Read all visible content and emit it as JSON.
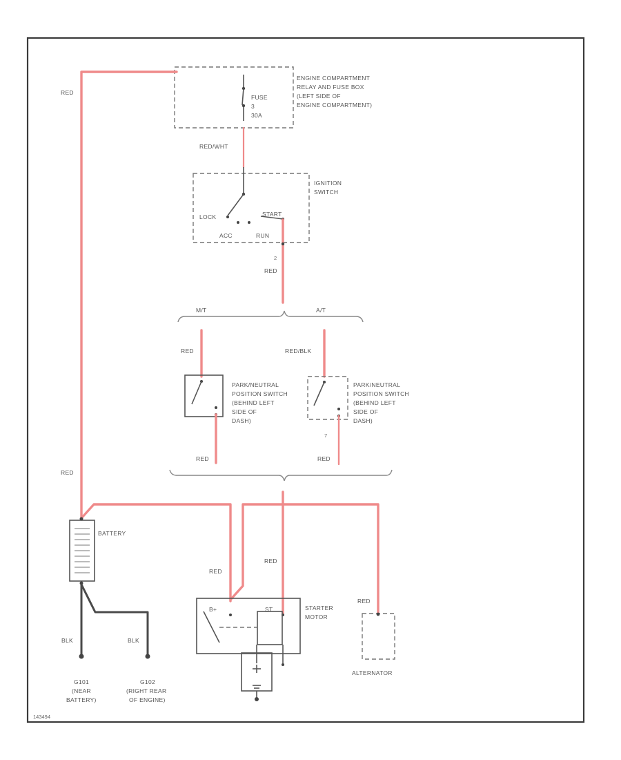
{
  "wire_colors": {
    "red": "#ef8a8a",
    "black": "#4a4a4a"
  },
  "labels": {
    "red_top_left": "RED",
    "red_mid_left": "RED",
    "fuse_box": [
      "ENGINE COMPARTMENT",
      "RELAY AND FUSE BOX",
      "(LEFT SIDE OF",
      "ENGINE COMPARTMENT)"
    ],
    "fuse": [
      "FUSE",
      "3",
      "30A"
    ],
    "red_wht": "RED/WHT",
    "ignition_switch": [
      "IGNITION",
      "SWITCH"
    ],
    "lock": "LOCK",
    "start": "START",
    "acc": "ACC",
    "run": "RUN",
    "pin_2": "2",
    "red_after_ign": "RED",
    "mt": "M/T",
    "at": "A/T",
    "red_mt": "RED",
    "red_blk_at": "RED/BLK",
    "pn_switch_mt": [
      "PARK/NEUTRAL",
      "POSITION SWITCH",
      "(BEHIND LEFT",
      "SIDE OF",
      "DASH)"
    ],
    "pn_switch_at": [
      "PARK/NEUTRAL",
      "POSITION SWITCH",
      "(BEHIND LEFT",
      "SIDE OF",
      "DASH)"
    ],
    "pin_7": "7",
    "red_after_mt": "RED",
    "red_after_at": "RED",
    "battery": "BATTERY",
    "red_to_starter_b": "RED",
    "red_to_starter_st": "RED",
    "red_to_alt": "RED",
    "starter": [
      "STARTER",
      "MOTOR"
    ],
    "b_plus": "B+",
    "st": "ST",
    "alternator": "ALTERNATOR",
    "blk_1": "BLK",
    "blk_2": "BLK",
    "ground_1": [
      "G101",
      "(NEAR",
      "BATTERY)"
    ],
    "ground_2": [
      "G102",
      "(RIGHT REAR",
      "OF ENGINE)"
    ],
    "figure_id": "143494"
  }
}
